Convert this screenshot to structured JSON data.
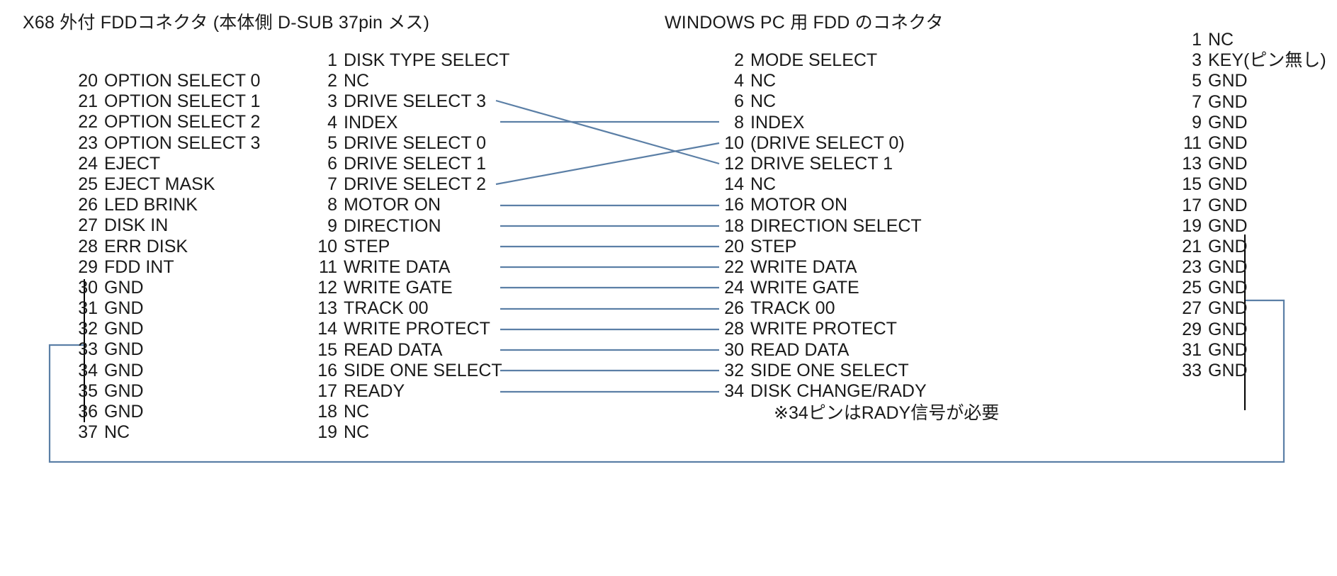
{
  "headers": {
    "left_title": "X68 外付 FDDコネクタ (本体側 D-SUB 37pin メス)",
    "right_title": "WINDOWS PC 用 FDD のコネクタ"
  },
  "note": "※34ピンはRADY信号が必要",
  "colors": {
    "wire": "#5b7fa6",
    "bracket": "#000000",
    "text": "#1a1a1a",
    "background": "#ffffff"
  },
  "x68_high_pins": [
    {
      "num": "20",
      "label": "OPTION SELECT 0"
    },
    {
      "num": "21",
      "label": "OPTION SELECT 1"
    },
    {
      "num": "22",
      "label": "OPTION SELECT 2"
    },
    {
      "num": "23",
      "label": "OPTION SELECT 3"
    },
    {
      "num": "24",
      "label": "EJECT"
    },
    {
      "num": "25",
      "label": "EJECT MASK"
    },
    {
      "num": "26",
      "label": "LED BRINK"
    },
    {
      "num": "27",
      "label": "DISK IN"
    },
    {
      "num": "28",
      "label": "ERR DISK"
    },
    {
      "num": "29",
      "label": "FDD INT"
    },
    {
      "num": "30",
      "label": "GND"
    },
    {
      "num": "31",
      "label": "GND"
    },
    {
      "num": "32",
      "label": "GND"
    },
    {
      "num": "33",
      "label": "GND"
    },
    {
      "num": "34",
      "label": "GND"
    },
    {
      "num": "35",
      "label": "GND"
    },
    {
      "num": "36",
      "label": "GND"
    },
    {
      "num": "37",
      "label": "NC"
    }
  ],
  "x68_low_pins": [
    {
      "num": "1",
      "label": "DISK TYPE SELECT"
    },
    {
      "num": "2",
      "label": "NC"
    },
    {
      "num": "3",
      "label": "DRIVE SELECT 3"
    },
    {
      "num": "4",
      "label": "INDEX"
    },
    {
      "num": "5",
      "label": "DRIVE SELECT 0"
    },
    {
      "num": "6",
      "label": "DRIVE SELECT 1"
    },
    {
      "num": "7",
      "label": "DRIVE SELECT 2"
    },
    {
      "num": "8",
      "label": "MOTOR ON"
    },
    {
      "num": "9",
      "label": "DIRECTION"
    },
    {
      "num": "10",
      "label": "STEP"
    },
    {
      "num": "11",
      "label": "WRITE DATA"
    },
    {
      "num": "12",
      "label": "WRITE GATE"
    },
    {
      "num": "13",
      "label": "TRACK 00"
    },
    {
      "num": "14",
      "label": "WRITE PROTECT"
    },
    {
      "num": "15",
      "label": "READ DATA"
    },
    {
      "num": "16",
      "label": "SIDE ONE SELECT"
    },
    {
      "num": "17",
      "label": "READY"
    },
    {
      "num": "18",
      "label": "NC"
    },
    {
      "num": "19",
      "label": "NC"
    }
  ],
  "pc_even_pins": [
    {
      "num": "2",
      "label": "MODE SELECT"
    },
    {
      "num": "4",
      "label": "NC"
    },
    {
      "num": "6",
      "label": "NC"
    },
    {
      "num": "8",
      "label": "INDEX"
    },
    {
      "num": "10",
      "label": "(DRIVE SELECT 0)"
    },
    {
      "num": "12",
      "label": "DRIVE SELECT 1"
    },
    {
      "num": "14",
      "label": "NC"
    },
    {
      "num": "16",
      "label": "MOTOR ON"
    },
    {
      "num": "18",
      "label": "DIRECTION SELECT"
    },
    {
      "num": "20",
      "label": "STEP"
    },
    {
      "num": "22",
      "label": "WRITE DATA"
    },
    {
      "num": "24",
      "label": "WRITE GATE"
    },
    {
      "num": "26",
      "label": "TRACK 00"
    },
    {
      "num": "28",
      "label": "WRITE PROTECT"
    },
    {
      "num": "30",
      "label": "READ DATA"
    },
    {
      "num": "32",
      "label": "SIDE ONE SELECT"
    },
    {
      "num": "34",
      "label": "DISK CHANGE/RADY"
    }
  ],
  "pc_odd_pins": [
    {
      "num": "1",
      "label": "NC"
    },
    {
      "num": "3",
      "label": "KEY(ピン無し)"
    },
    {
      "num": "5",
      "label": "GND"
    },
    {
      "num": "7",
      "label": "GND"
    },
    {
      "num": "9",
      "label": "GND"
    },
    {
      "num": "11",
      "label": "GND"
    },
    {
      "num": "13",
      "label": "GND"
    },
    {
      "num": "15",
      "label": "GND"
    },
    {
      "num": "17",
      "label": "GND"
    },
    {
      "num": "19",
      "label": "GND"
    },
    {
      "num": "21",
      "label": "GND"
    },
    {
      "num": "23",
      "label": "GND"
    },
    {
      "num": "25",
      "label": "GND"
    },
    {
      "num": "27",
      "label": "GND"
    },
    {
      "num": "29",
      "label": "GND"
    },
    {
      "num": "31",
      "label": "GND"
    },
    {
      "num": "33",
      "label": "GND"
    }
  ],
  "connections": [
    {
      "from": "4",
      "to": "8"
    },
    {
      "from": "3",
      "to": "12"
    },
    {
      "from": "7",
      "to": "10"
    },
    {
      "from": "8",
      "to": "16"
    },
    {
      "from": "9",
      "to": "18"
    },
    {
      "from": "10",
      "to": "20"
    },
    {
      "from": "11",
      "to": "22"
    },
    {
      "from": "12",
      "to": "24"
    },
    {
      "from": "13",
      "to": "26"
    },
    {
      "from": "14",
      "to": "28"
    },
    {
      "from": "15",
      "to": "30"
    },
    {
      "from": "16",
      "to": "32"
    },
    {
      "from": "17",
      "to": "34"
    },
    {
      "from": "x68-gnd-bracket",
      "to": "pc-gnd-bracket"
    }
  ]
}
